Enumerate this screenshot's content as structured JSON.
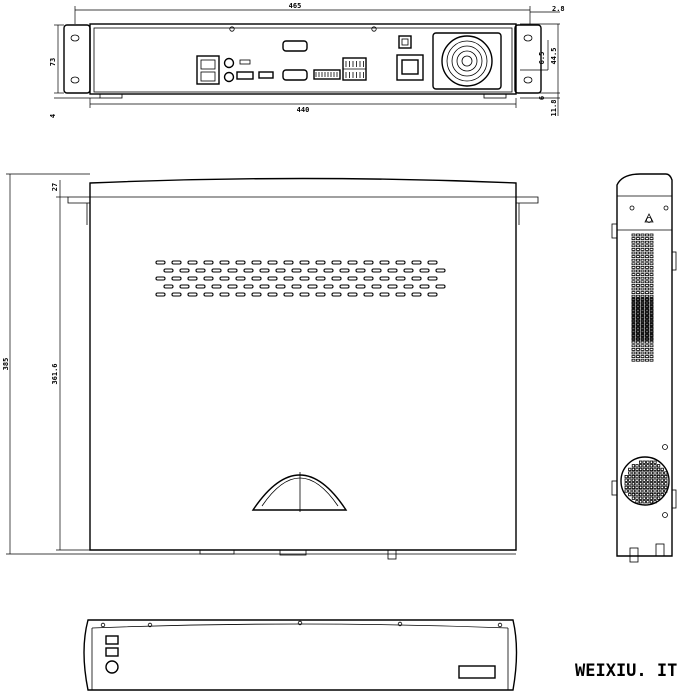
{
  "dimensions": {
    "top_width": "465",
    "top_right_offset": "2.8",
    "rear_height": "73",
    "rear_foot": "4",
    "right_upper": "6.5",
    "right_height": "44.5",
    "right_small": "6",
    "right_lower": "11.8",
    "rear_inner_width": "440",
    "depth_total": "385",
    "depth_body": "361.6",
    "depth_lip": "27"
  },
  "watermark": "WEIXIU. IT"
}
